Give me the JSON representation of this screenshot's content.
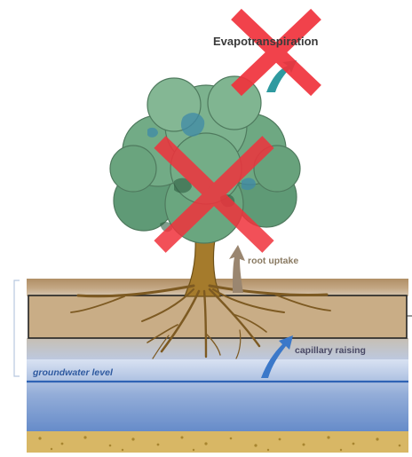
{
  "labels": {
    "evapotranspiration": "Evapotranspiration",
    "root_uptake": "root uptake",
    "capillary_raising": "capillary raising",
    "groundwater_level": "groundwater level"
  },
  "colors": {
    "cross_mark": "#f0323c",
    "soil": "#b89a72",
    "groundwater": "#7f9fd0",
    "water_table_line": "#2f63b5",
    "foliage": "#6fa884",
    "trunk": "#a57b2c",
    "arrow_blue": "#3b78c9",
    "arrow_brown": "#9a8670"
  },
  "icons": [
    "red-cross-mark",
    "tree",
    "roots"
  ]
}
